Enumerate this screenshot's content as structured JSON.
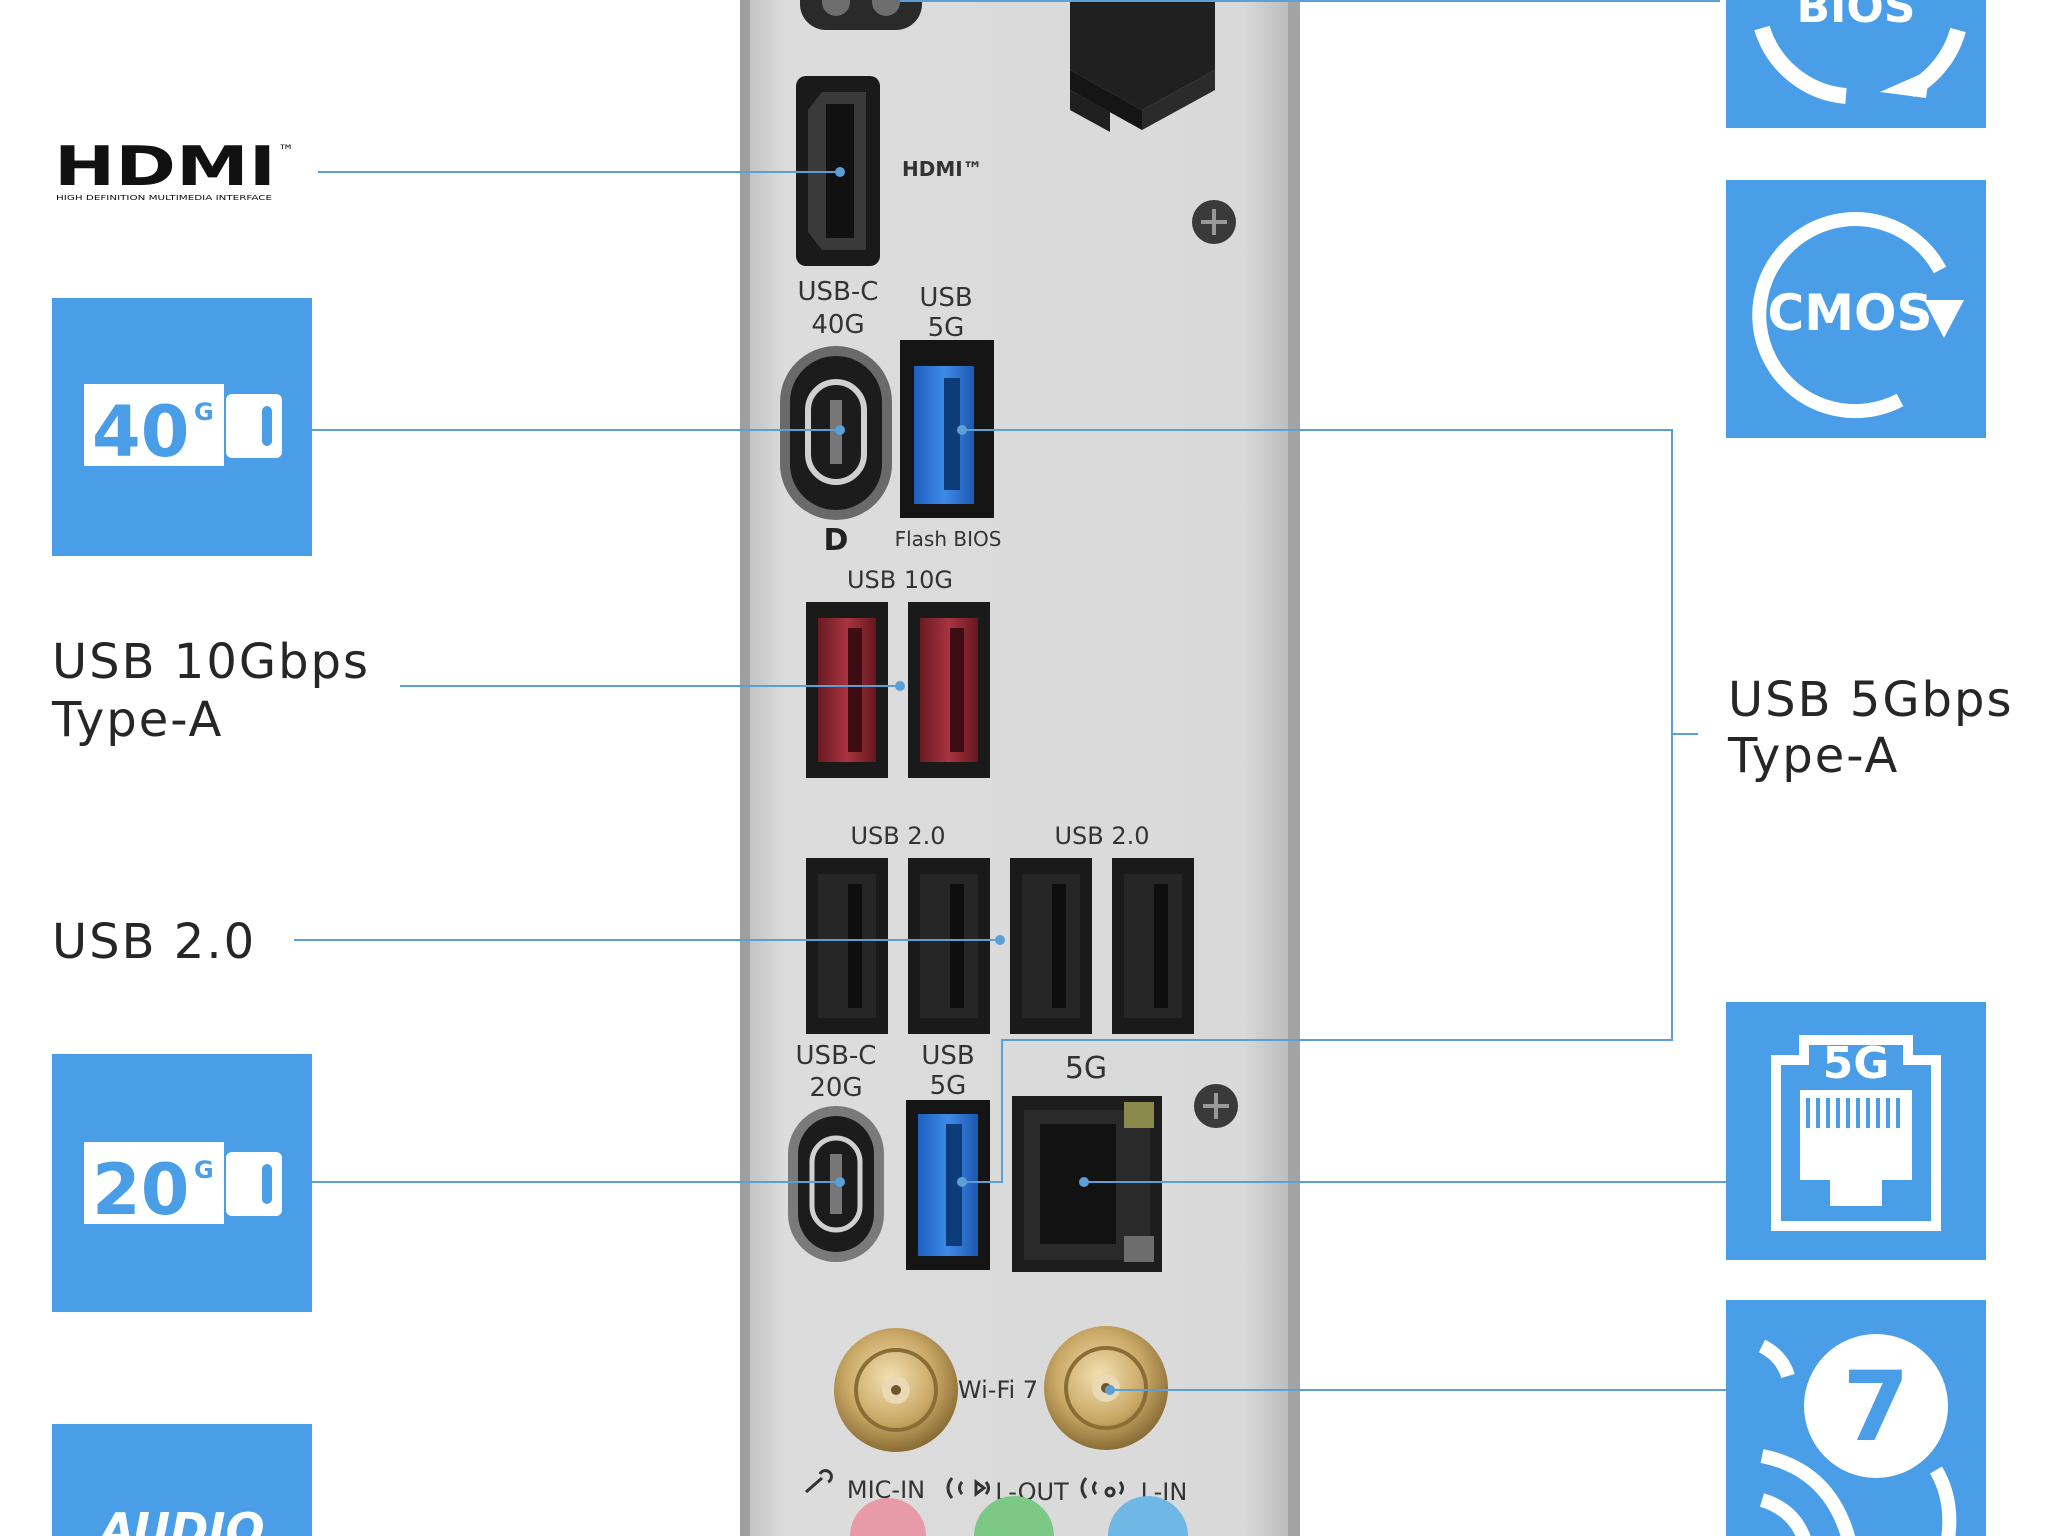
{
  "colors": {
    "accent": "#4a9ee8",
    "leader": "#5b9fd8",
    "panel": "#dadada",
    "text": "#262626"
  },
  "left_labels": {
    "hdmi_logo": "HDMI",
    "hdmi_tm": "™",
    "hdmi_subtext": "HIGH DEFINITION MULTIMEDIA INTERFACE",
    "usb10_line1": "USB 10Gbps",
    "usb10_line2": "Type-A",
    "usb20": "USB 2.0"
  },
  "right_labels": {
    "usb5_line1": "USB 5Gbps",
    "usb5_line2": "Type-A"
  },
  "badges": {
    "usbc40": {
      "number": "40",
      "unit": "G"
    },
    "usbc20": {
      "number": "20",
      "unit": "G"
    },
    "bios": {
      "text": "BIOS"
    },
    "cmos": {
      "text": "CMOS"
    },
    "lan": {
      "text": "5G"
    },
    "wifi": {
      "text": "7"
    },
    "audio": {
      "text": "AUDIO"
    }
  },
  "panel_labels": {
    "hdmi": "HDMI™",
    "usbc40_line1": "USB-C",
    "usbc40_line2": "40G",
    "usb5_top_line1": "USB",
    "usb5_top_line2": "5G",
    "dp": "D",
    "flash_bios": "Flash BIOS",
    "usb10g": "USB 10G",
    "usb20_a": "USB 2.0",
    "usb20_b": "USB 2.0",
    "usbc20_line1": "USB-C",
    "usbc20_line2": "20G",
    "usb5_bot_line1": "USB",
    "usb5_bot_line2": "5G",
    "lan5g": "5G",
    "wifi7": "Wi-Fi 7",
    "mic_in": "MIC-IN",
    "l_out": "L-OUT",
    "l_in": "L-IN"
  }
}
